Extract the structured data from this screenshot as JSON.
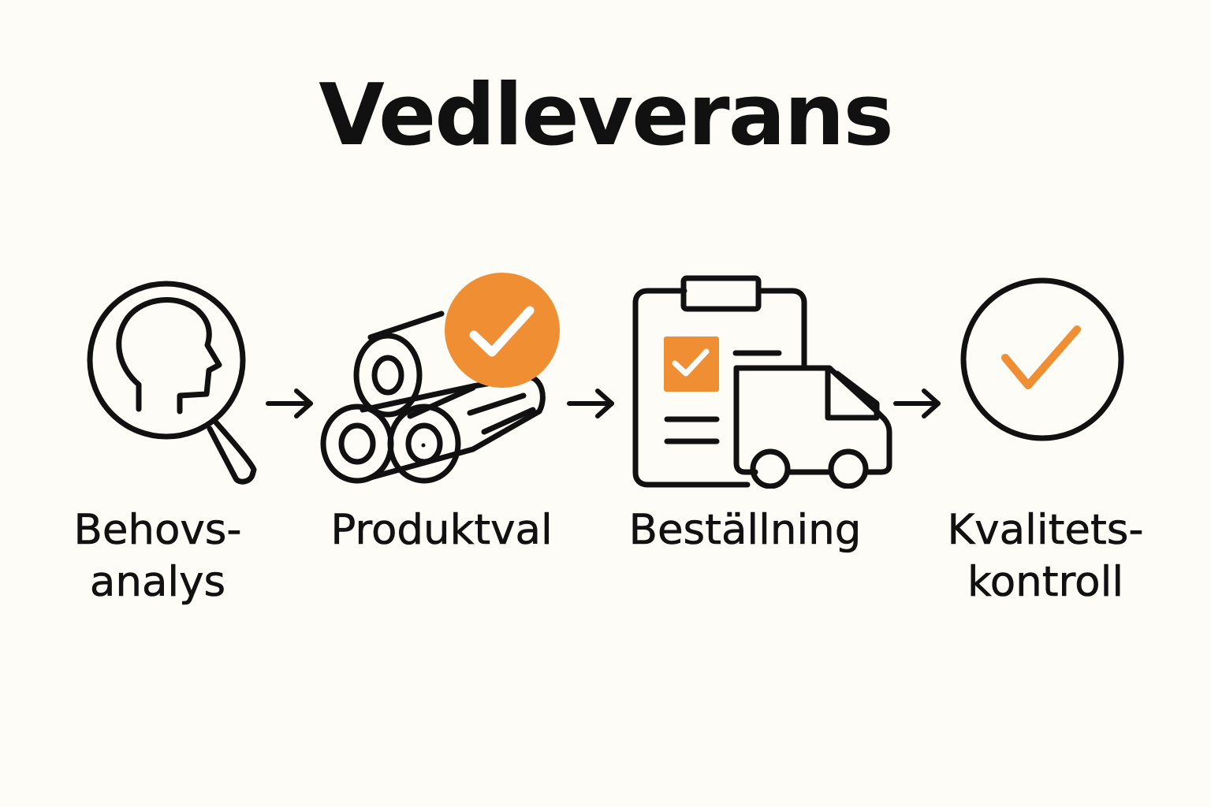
{
  "title": "Vedleverans",
  "colors": {
    "background": "#fdfcf7",
    "stroke": "#111111",
    "accent": "#ef8e33"
  },
  "steps": [
    {
      "icon": "head-magnifier-icon",
      "label_lines": [
        "Behovs-",
        "analys"
      ]
    },
    {
      "icon": "logs-check-icon",
      "label_lines": [
        "Produktval"
      ]
    },
    {
      "icon": "clipboard-truck-icon",
      "label_lines": [
        "Beställning"
      ]
    },
    {
      "icon": "check-circle-icon",
      "label_lines": [
        "Kvalitets-",
        "kontroll"
      ]
    }
  ],
  "connectors": [
    "arrow-right-icon",
    "arrow-right-icon",
    "arrow-right-icon"
  ]
}
